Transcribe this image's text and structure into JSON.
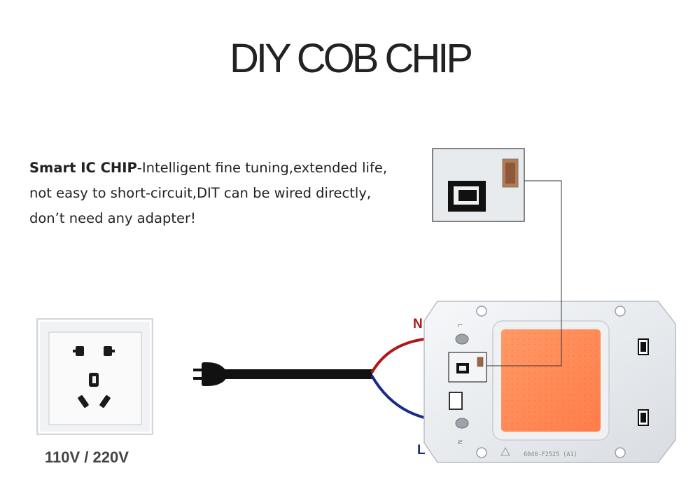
{
  "title": "DIY COB CHIP",
  "description": {
    "lead": "Smart IC CHIP",
    "line1_rest": "-Intelligent fine tuning,extended life,",
    "line2": "not easy to short-circuit,DIT can be wired directly,",
    "line3": "don’t need any adapter!"
  },
  "socket": {
    "voltage": "110V / 220V"
  },
  "wires": {
    "neutral": "N",
    "live": "L"
  },
  "chip": {
    "marking": "6040-F2525 (A1)",
    "pad_top": "L",
    "pad_bottom": "N"
  },
  "colors": {
    "neutral_wire": "#b01818",
    "live_wire": "#1a2a8a",
    "led": "#ff8c55",
    "cable": "#111111"
  }
}
